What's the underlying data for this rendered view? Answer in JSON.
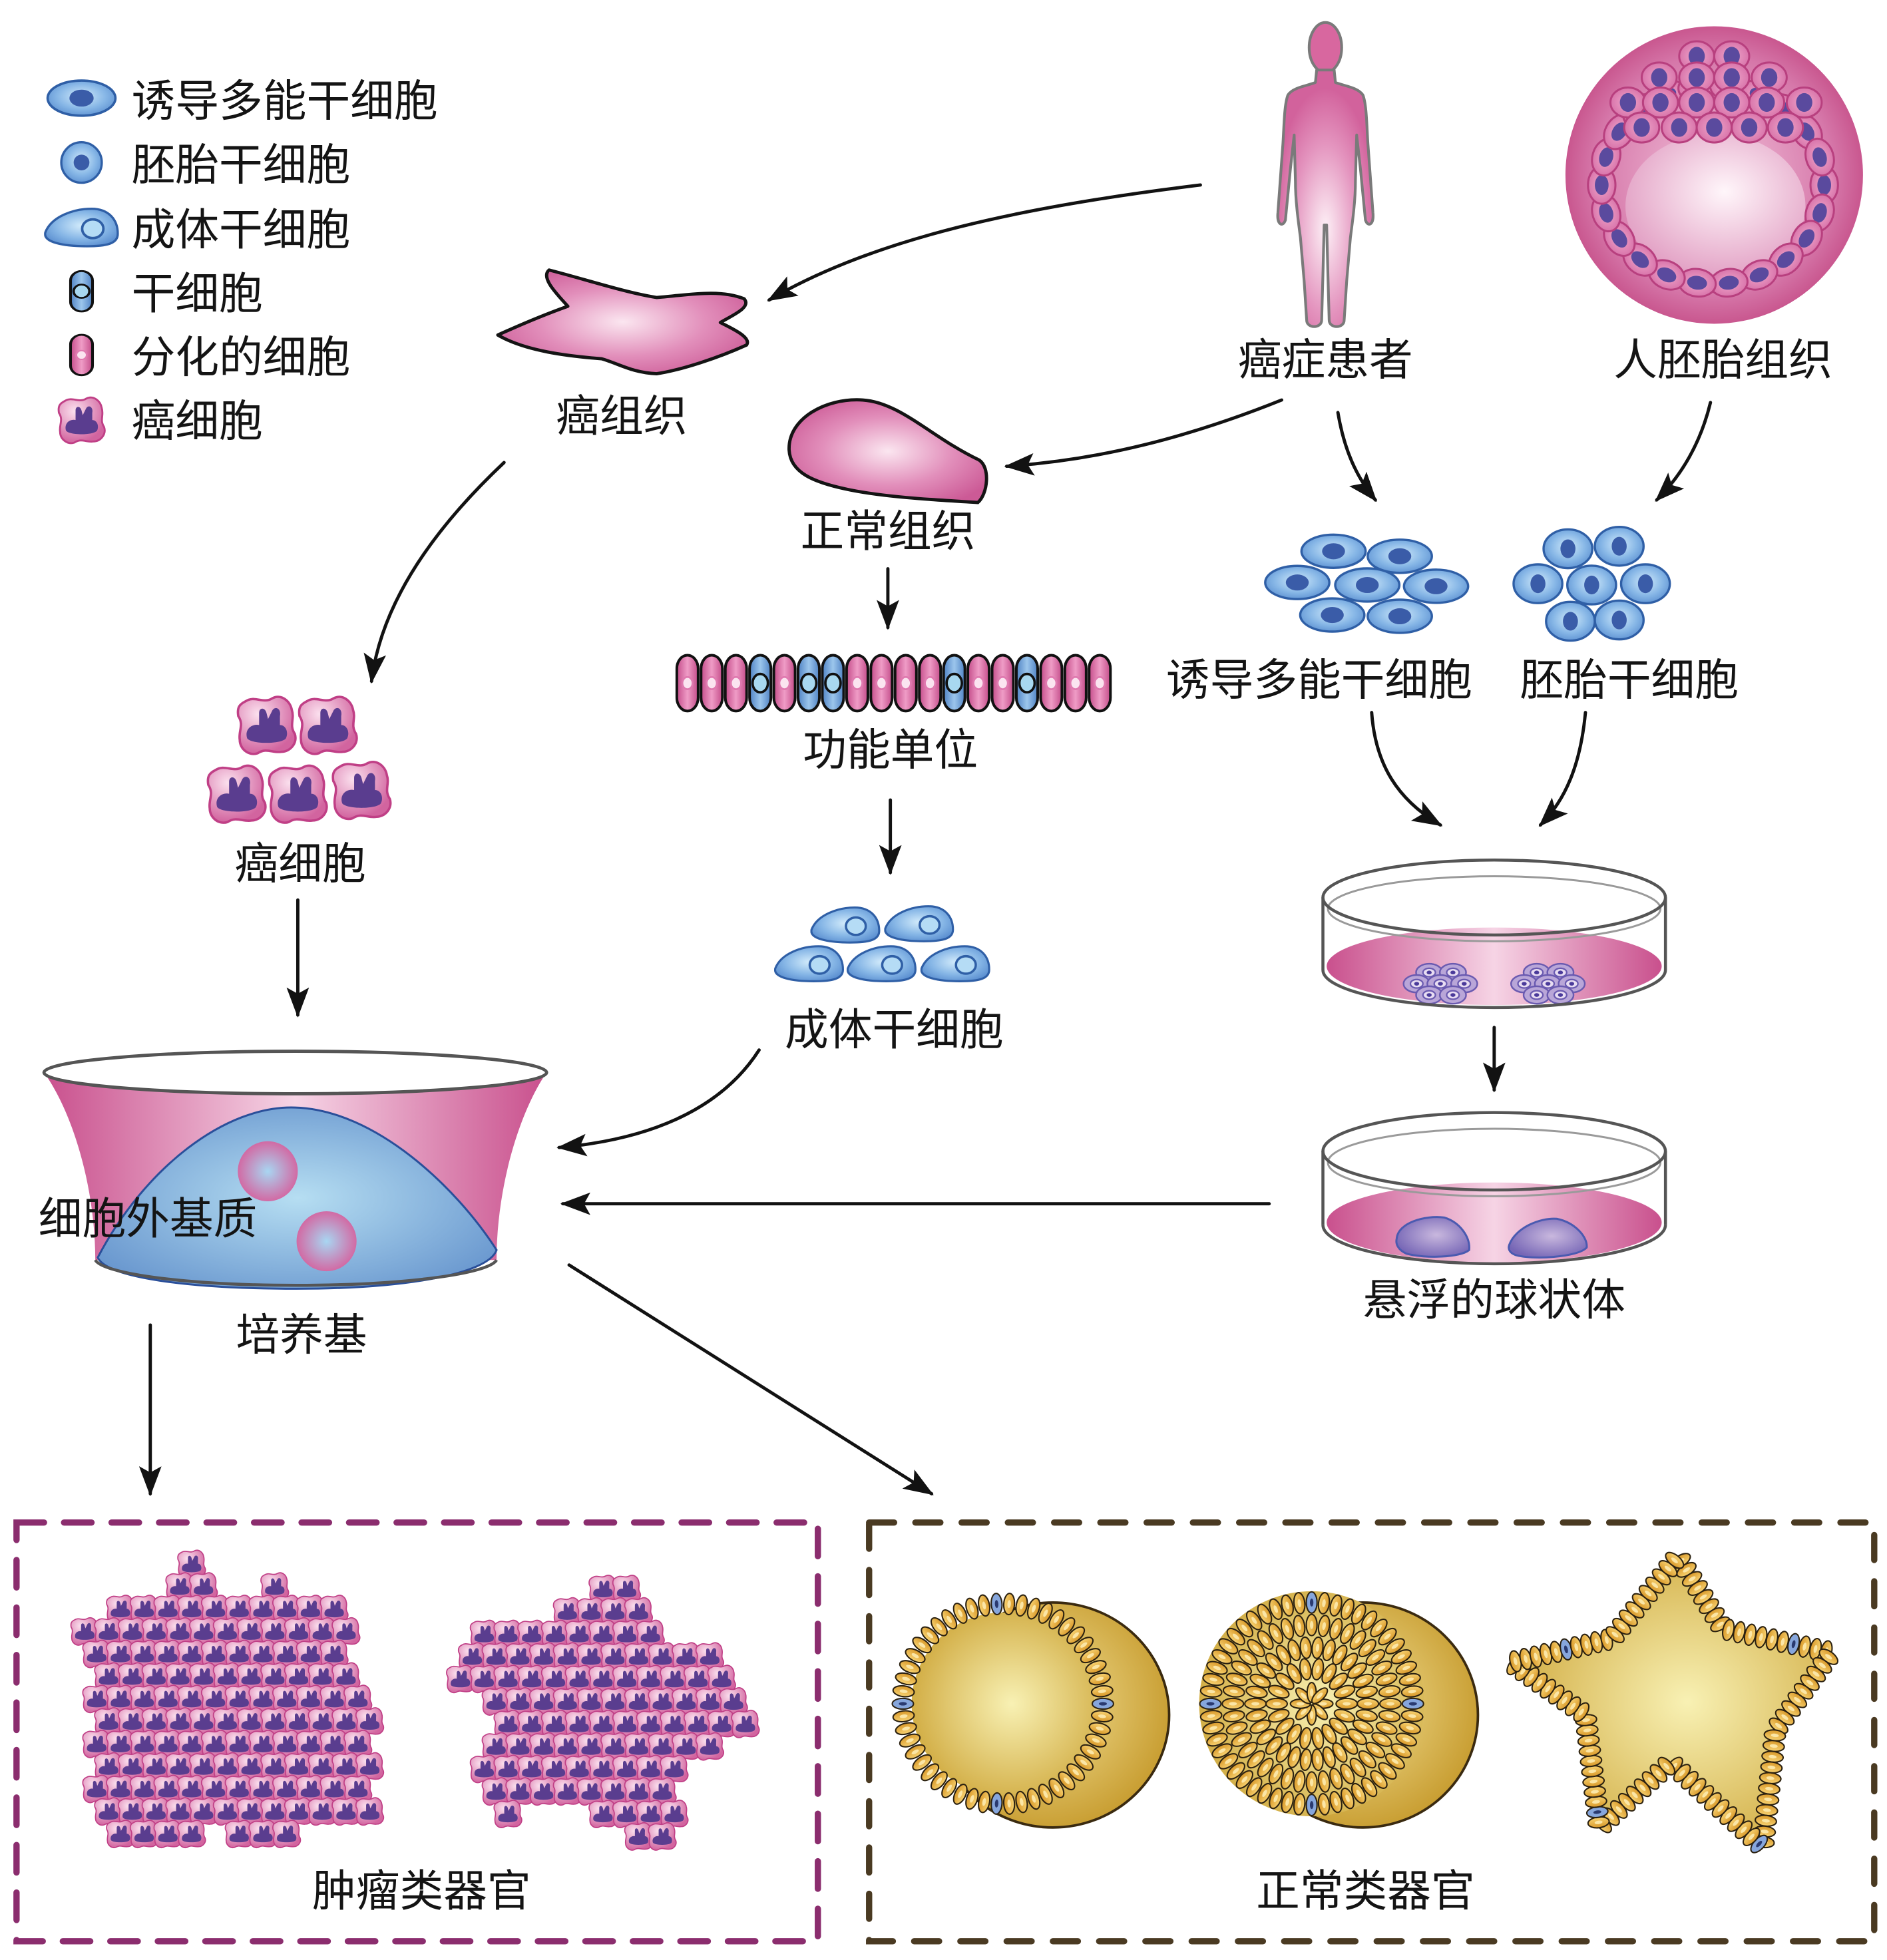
{
  "legend": {
    "items": [
      {
        "icon": "ipsc-cell-icon",
        "label": "诱导多能干细胞"
      },
      {
        "icon": "embryonic-stem-cell-icon",
        "label": "胚胎干细胞"
      },
      {
        "icon": "adult-stem-cell-icon",
        "label": "成体干细胞"
      },
      {
        "icon": "stem-cell-icon",
        "label": "干细胞"
      },
      {
        "icon": "differentiated-cell-icon",
        "label": "分化的细胞"
      },
      {
        "icon": "cancer-cell-icon",
        "label": "癌细胞"
      }
    ]
  },
  "sources": {
    "cancer_patient": "癌症患者",
    "human_embryo_tissue": "人胚胎组织"
  },
  "nodes": {
    "cancer_tissue": "癌组织",
    "normal_tissue": "正常组织",
    "functional_unit": "功能单位",
    "adult_stem_cells": "成体干细胞",
    "cancer_cells": "癌细胞",
    "ipsc": "诱导多能干细胞",
    "esc": "胚胎干细胞",
    "suspended_spheroids": "悬浮的球状体",
    "extracellular_matrix": "细胞外基质",
    "culture_medium": "培养基"
  },
  "functional_unit_cells": [
    "differentiated",
    "differentiated",
    "differentiated",
    "stem",
    "differentiated",
    "stem",
    "stem",
    "differentiated",
    "differentiated",
    "differentiated",
    "differentiated",
    "stem",
    "differentiated",
    "differentiated",
    "stem",
    "differentiated",
    "differentiated",
    "differentiated"
  ],
  "outputs": {
    "tumor_organoids": "肿瘤类器官",
    "normal_organoids": "正常类器官"
  },
  "flow": [
    {
      "from": "cancer_patient",
      "to": "cancer_tissue"
    },
    {
      "from": "cancer_patient",
      "to": "normal_tissue"
    },
    {
      "from": "cancer_patient",
      "to": "ipsc"
    },
    {
      "from": "human_embryo_tissue",
      "to": "esc"
    },
    {
      "from": "cancer_tissue",
      "to": "cancer_cells"
    },
    {
      "from": "normal_tissue",
      "to": "functional_unit"
    },
    {
      "from": "functional_unit",
      "to": "adult_stem_cells"
    },
    {
      "from": "cancer_cells",
      "to": "culture_medium"
    },
    {
      "from": "adult_stem_cells",
      "to": "culture_medium"
    },
    {
      "from": "ipsc",
      "to": "culture_dish"
    },
    {
      "from": "esc",
      "to": "culture_dish"
    },
    {
      "from": "culture_dish",
      "to": "suspended_spheroids"
    },
    {
      "from": "suspended_spheroids",
      "to": "culture_medium"
    },
    {
      "from": "culture_medium",
      "to": "tumor_organoids"
    },
    {
      "from": "culture_medium",
      "to": "normal_organoids"
    }
  ],
  "colors": {
    "tissue_pink": "#d4609a",
    "stem_blue": "#5b8fd0",
    "nucleus_purple": "#5a3d8f",
    "organoid_gold": "#e0b84a",
    "tumor_box": "#8b2d6e",
    "normal_box": "#4a3a22",
    "arrow": "#121212"
  }
}
